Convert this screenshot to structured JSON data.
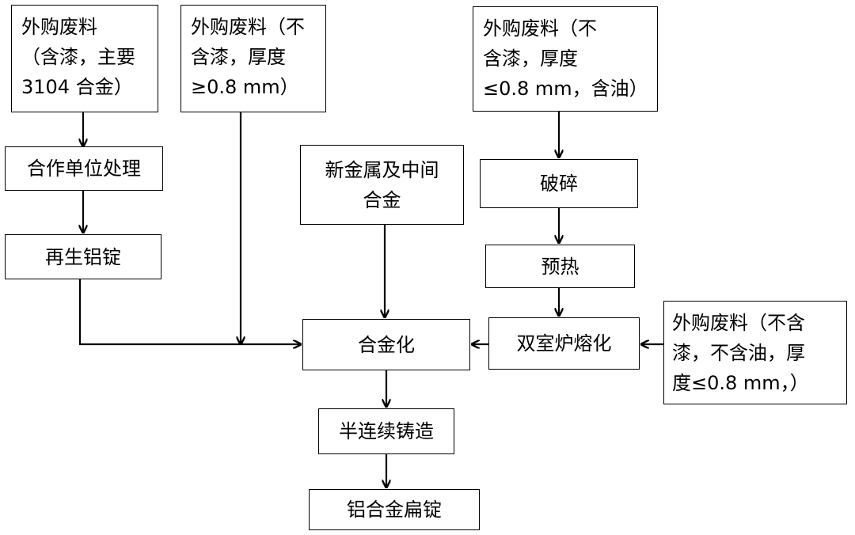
{
  "boxes": {
    "scrap_a": [
      "外购废料",
      "（含漆，主要",
      "3104 合金）"
    ],
    "scrap_b": [
      "外购废料（不",
      "含漆，厚度",
      "≥0.8 mm）"
    ],
    "scrap_c": [
      "外购废料（不",
      "含漆，厚度",
      "≤0.8 mm，含油）"
    ],
    "scrap_d": [
      "外购废料（不含",
      "漆，不含油，厚",
      "度≤0.8 mm，）"
    ],
    "partner": "合作单位处理",
    "remelt_ingot": "再生铝锭",
    "new_metal": [
      "新金属及中间",
      "合金"
    ],
    "crush": "破碎",
    "preheat": "预热",
    "alloying": "合金化",
    "melting": "双室炉熔化",
    "casting": "半连续铸造",
    "slab": "铝合金扁锭"
  }
}
